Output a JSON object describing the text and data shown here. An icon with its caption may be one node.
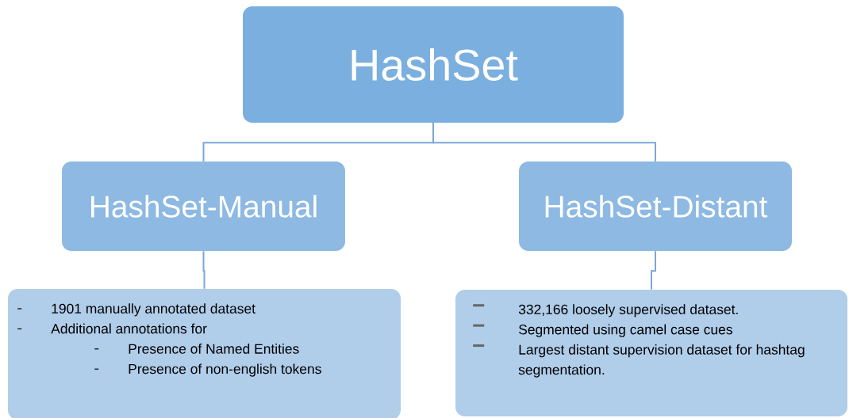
{
  "diagram": {
    "nodes": [
      {
        "text": [
          "HashSet"
        ]
      },
      {
        "text": [
          "HashSet-Manual"
        ]
      },
      {
        "text": [
          "HashSet-Distant"
        ]
      },
      {
        "text": [
          "1901  manually annotated dataset",
          "Additional annotations for",
          "Presence of Named Entities",
          "Presence of non-english tokens"
        ]
      },
      {
        "text": [
          "332,166  loosely supervised dataset.",
          "Segmented using camel case cues",
          "Largest distant supervision dataset for hashtag segmentation."
        ]
      }
    ],
    "edges": [
      {
        "from": 0,
        "to": 1,
        "arrow": "none"
      },
      {
        "from": 0,
        "to": 2,
        "arrow": "none"
      },
      {
        "from": 1,
        "to": 3,
        "arrow": "none"
      },
      {
        "from": 2,
        "to": 4,
        "arrow": "none"
      }
    ]
  }
}
